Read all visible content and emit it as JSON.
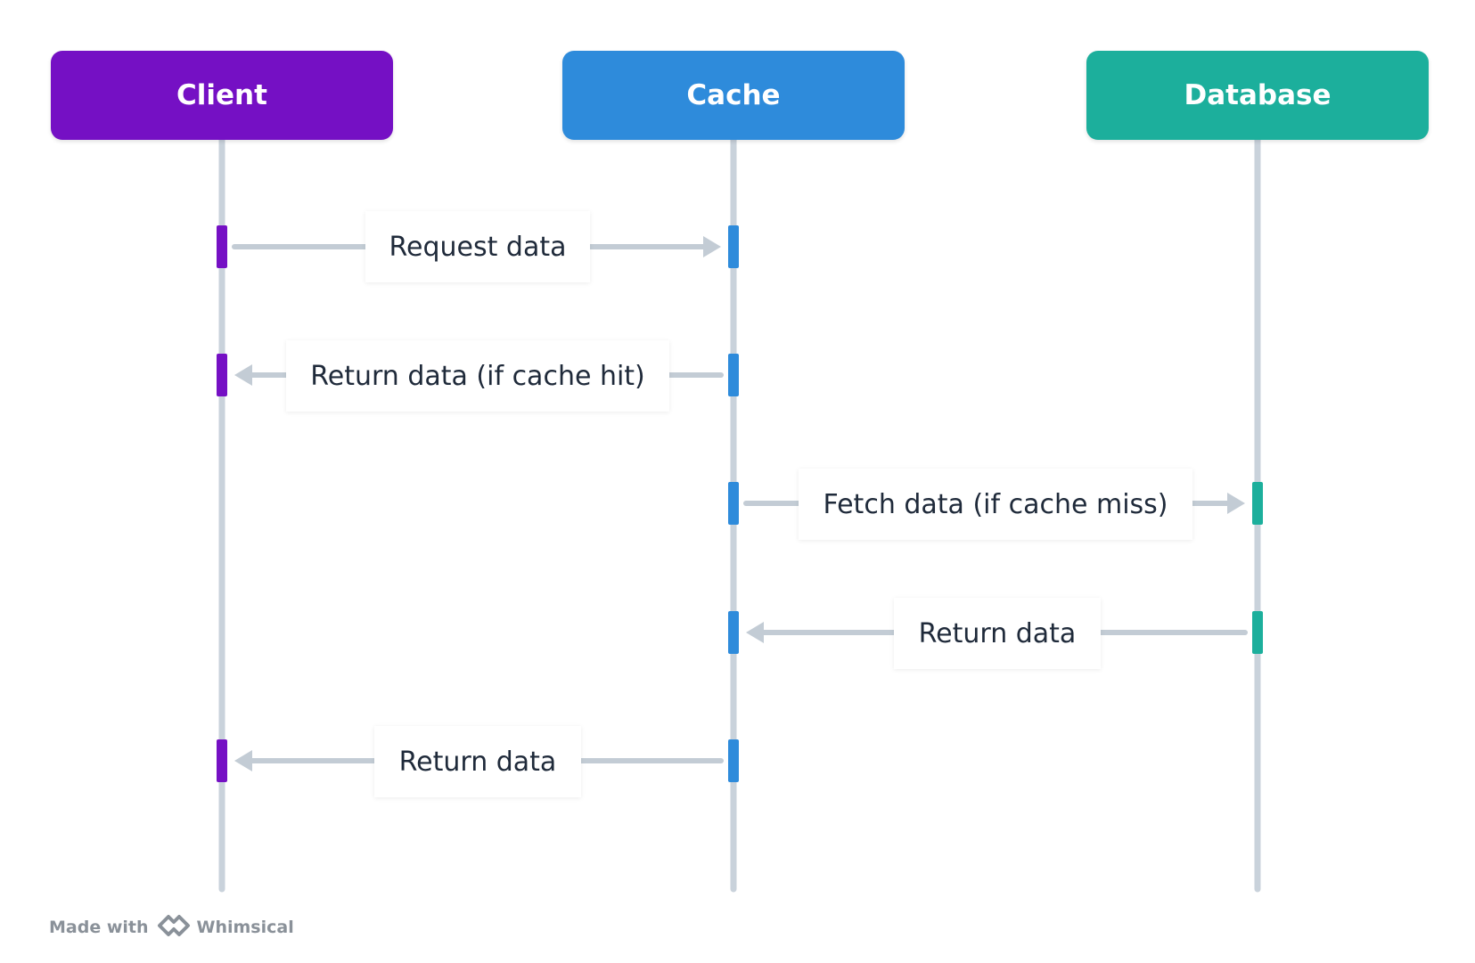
{
  "actors": [
    {
      "id": "client",
      "label": "Client",
      "color": "#7510c4"
    },
    {
      "id": "cache",
      "label": "Cache",
      "color": "#2e8bdb"
    },
    {
      "id": "database",
      "label": "Database",
      "color": "#1caf9c"
    }
  ],
  "messages": [
    {
      "label": "Request data",
      "from": "client",
      "to": "cache"
    },
    {
      "label": "Return data (if cache hit)",
      "from": "cache",
      "to": "client"
    },
    {
      "label": "Fetch data (if cache miss)",
      "from": "cache",
      "to": "database"
    },
    {
      "label": "Return data",
      "from": "database",
      "to": "cache"
    },
    {
      "label": "Return data",
      "from": "cache",
      "to": "client"
    }
  ],
  "colors": {
    "lifeline": "#c9d2db",
    "arrow": "#c3ccd5",
    "label_text": "#1f2a3a",
    "footer_text": "#8a9199"
  },
  "footer": {
    "made_with": "Made with",
    "logo_icon": "whimsical-logo-icon",
    "brand": "Whimsical"
  }
}
